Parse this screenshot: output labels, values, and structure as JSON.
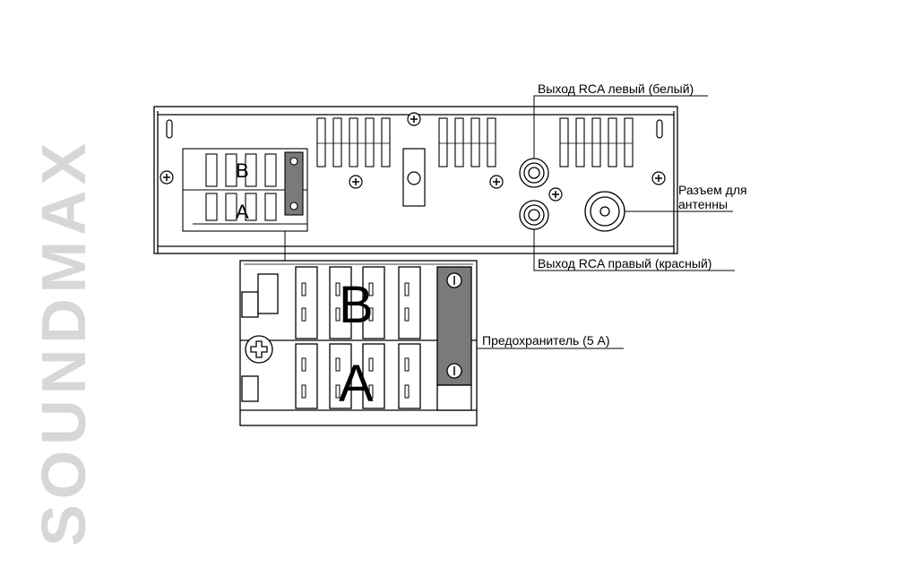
{
  "brand": {
    "name": "SOUNDMAX",
    "color": "#d7d7d7"
  },
  "labels": {
    "rca_left": "Выход RCA левый (белый)",
    "rca_right": "Выход RCA правый (красный)",
    "antenna_line1": "Разъем для",
    "antenna_line2": "антенны",
    "fuse": "Предохранитель (5 A)"
  },
  "connector": {
    "block_b": "B",
    "block_a": "A"
  },
  "colors": {
    "line": "#000000",
    "fuse_fill": "#7a7a7a"
  }
}
